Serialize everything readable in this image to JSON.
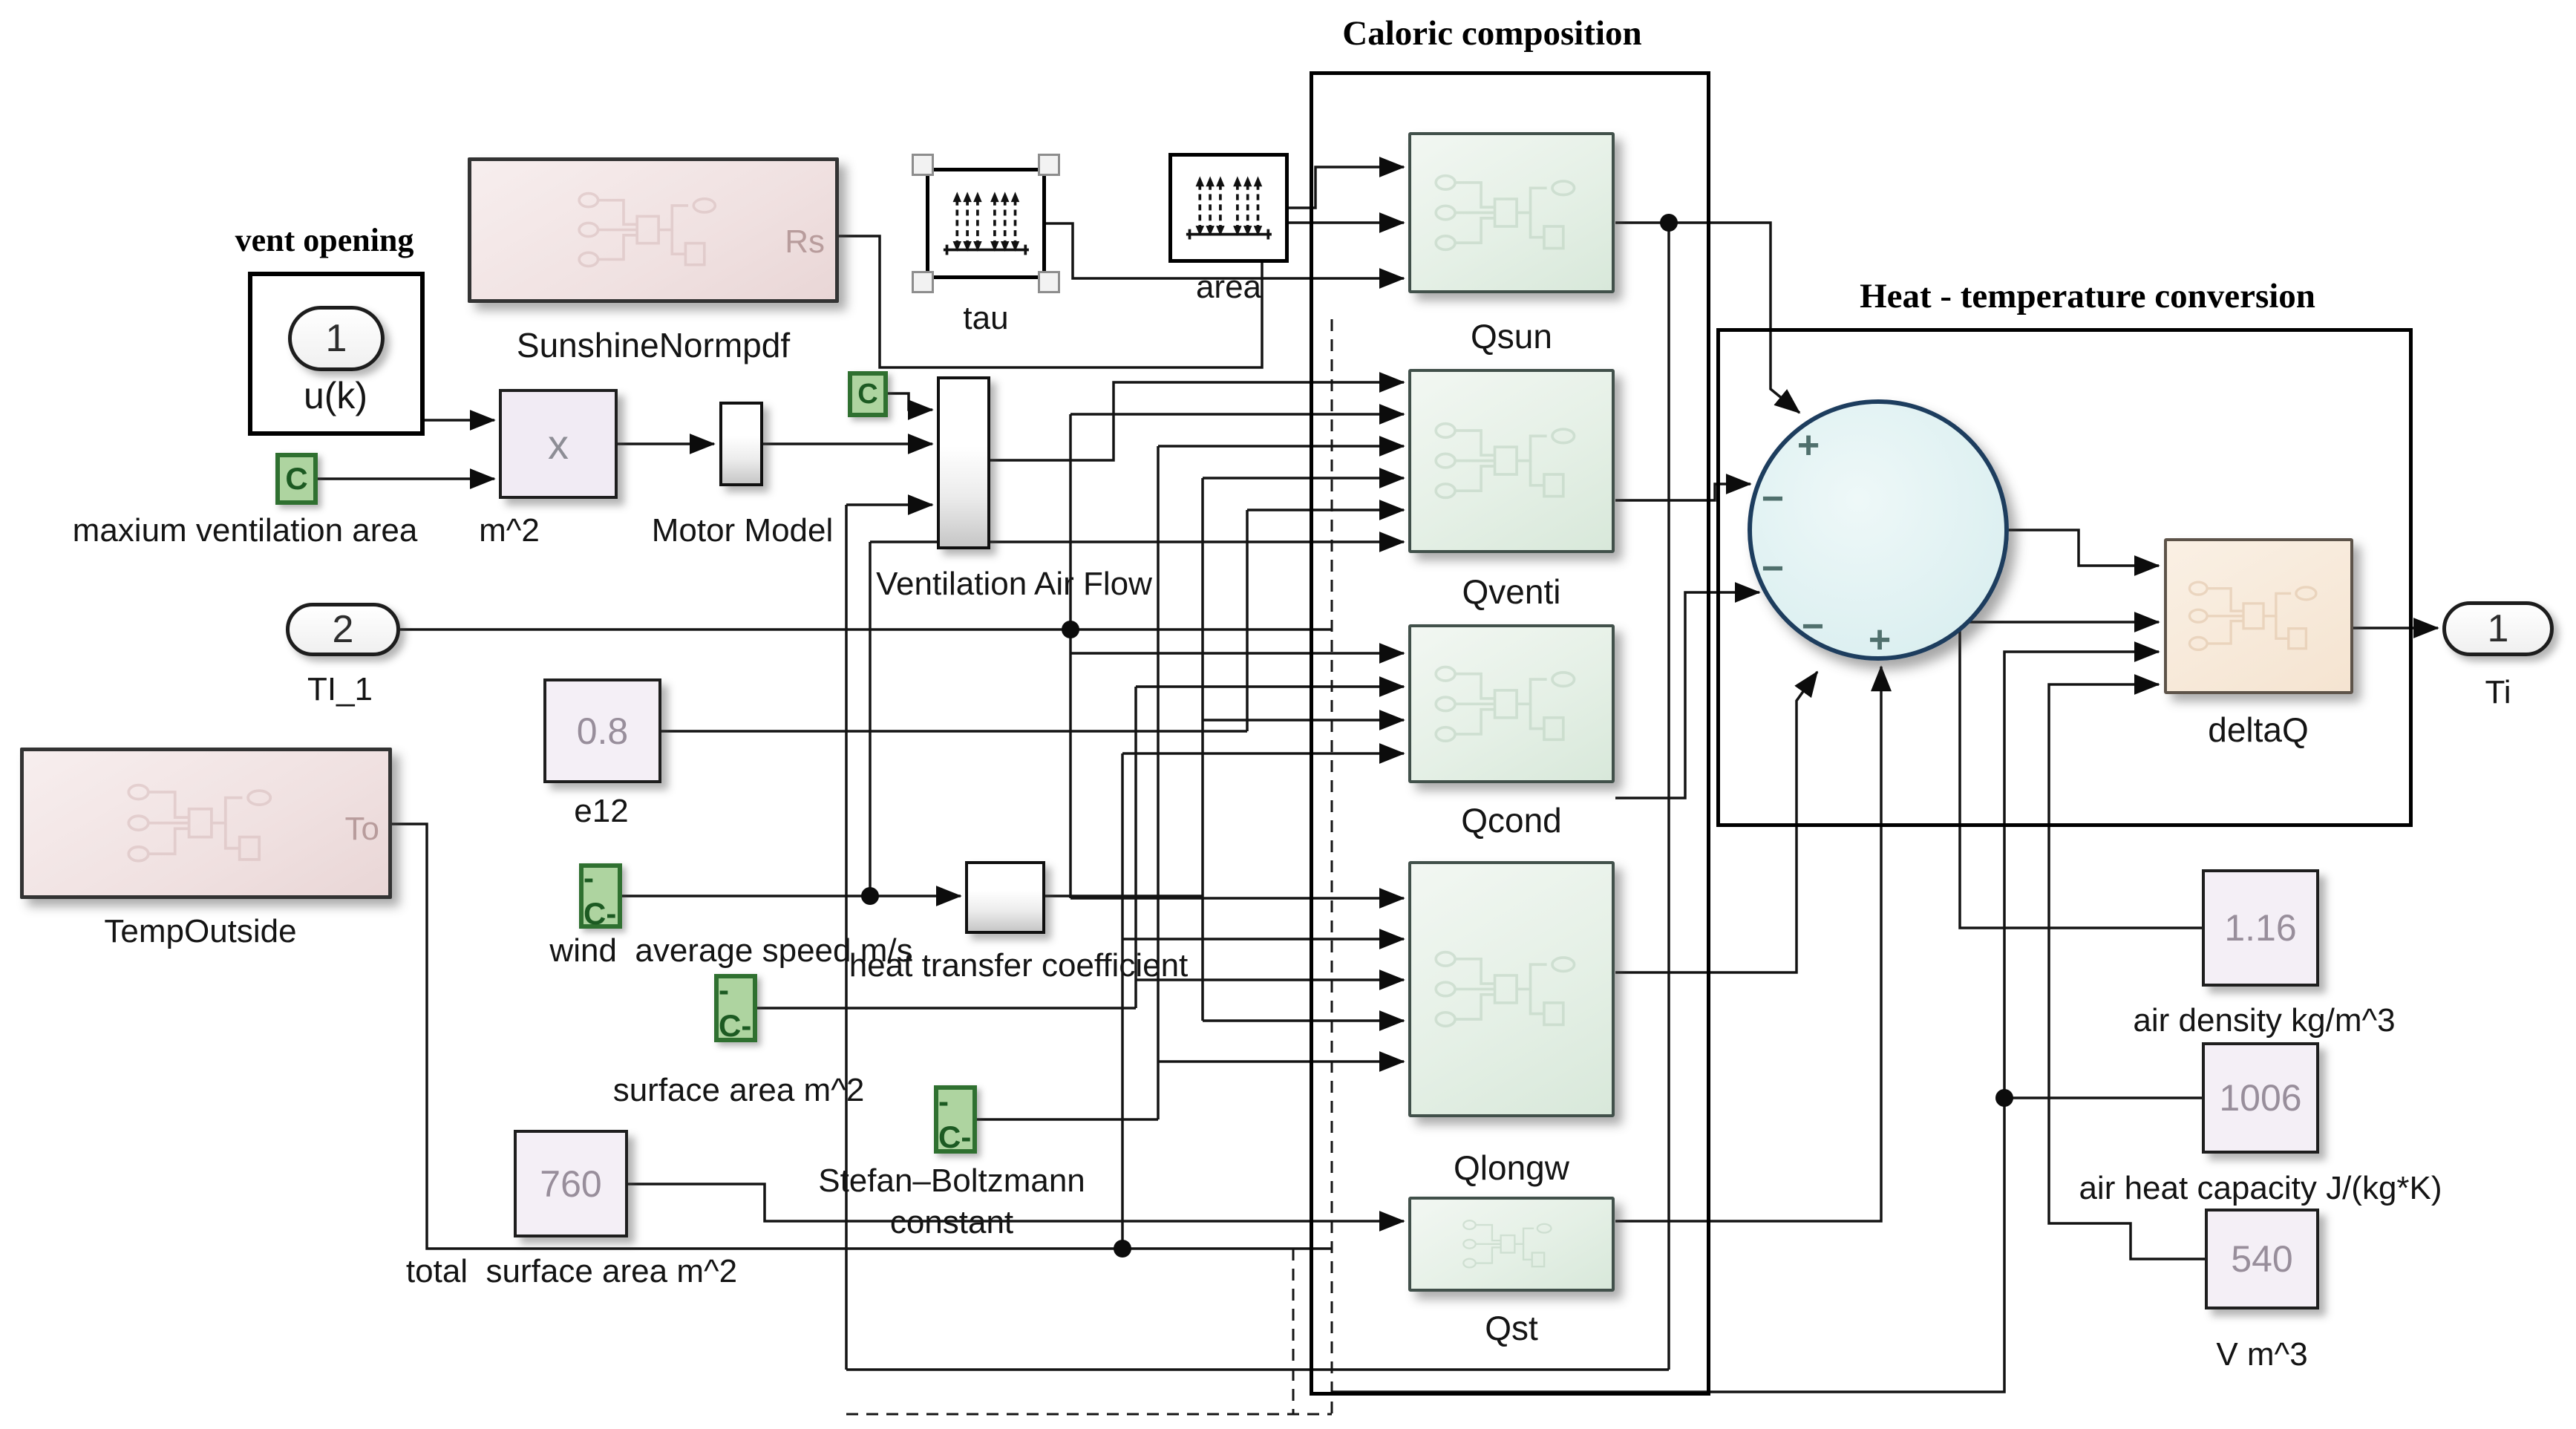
{
  "titles": {
    "caloric": "Caloric composition",
    "heat": "Heat - temperature conversion",
    "vent": "vent opening"
  },
  "blocks": {
    "uk": {
      "port": "1",
      "label": "u(k)"
    },
    "sunshine": {
      "label": "SunshineNormpdf",
      "port_out": "Rs"
    },
    "product": {
      "symbol": "x",
      "label": "m^2"
    },
    "max_vent": {
      "tag": "C",
      "label": "maxium ventilation area"
    },
    "motor": {
      "label": "Motor Model"
    },
    "vaf_tag": {
      "tag": "C"
    },
    "vaf": {
      "label": "Ventilation Air Flow"
    },
    "tau": {
      "label": "tau"
    },
    "area": {
      "label": "area"
    },
    "ti1": {
      "port": "2",
      "label": "TI_1"
    },
    "e12": {
      "value": "0.8",
      "label": "e12"
    },
    "tempoutside": {
      "label": "TempOutside",
      "port_out": "To"
    },
    "wind": {
      "tag": "-C-",
      "label": "wind  average speed m/s"
    },
    "htc": {
      "label": "heat transfer coefficient"
    },
    "surface": {
      "tag": "-C-",
      "label": "surface area m^2"
    },
    "stefan": {
      "tag": "-C-",
      "label_line1": "Stefan–Boltzmann",
      "label_line2": "constant"
    },
    "total": {
      "value": "760",
      "label": "total  surface area m^2"
    },
    "qsun": {
      "label": "Qsun"
    },
    "qventi": {
      "label": "Qventi"
    },
    "qcond": {
      "label": "Qcond"
    },
    "qlongw": {
      "label": "Qlongw"
    },
    "qst": {
      "label": "Qst"
    },
    "sum": {
      "signs": [
        "+",
        "−",
        "−",
        "−",
        "+"
      ]
    },
    "deltaq": {
      "label": "deltaQ"
    },
    "ti_out": {
      "port": "1",
      "label": "Ti"
    },
    "air_density": {
      "value": "1.16",
      "label": "air density kg/m^3"
    },
    "air_heat_capacity": {
      "value": "1006",
      "label": "air heat capacity J/(kg*K)"
    },
    "volume": {
      "value": "540",
      "label": "V m^3"
    }
  },
  "colors": {
    "subsystem_green": "#e5f0e6",
    "subsystem_pink": "#f0e1e1",
    "subsystem_peach": "#f5e4d1",
    "tag_green_fill": "#aed4a0",
    "tag_green_border": "#2f7030",
    "sum_fill": "#ddf0f1",
    "sum_border": "#1d3d5e",
    "constant_fill": "#f4eff6",
    "value_gray": "#988e9b",
    "wire": "#141414"
  }
}
